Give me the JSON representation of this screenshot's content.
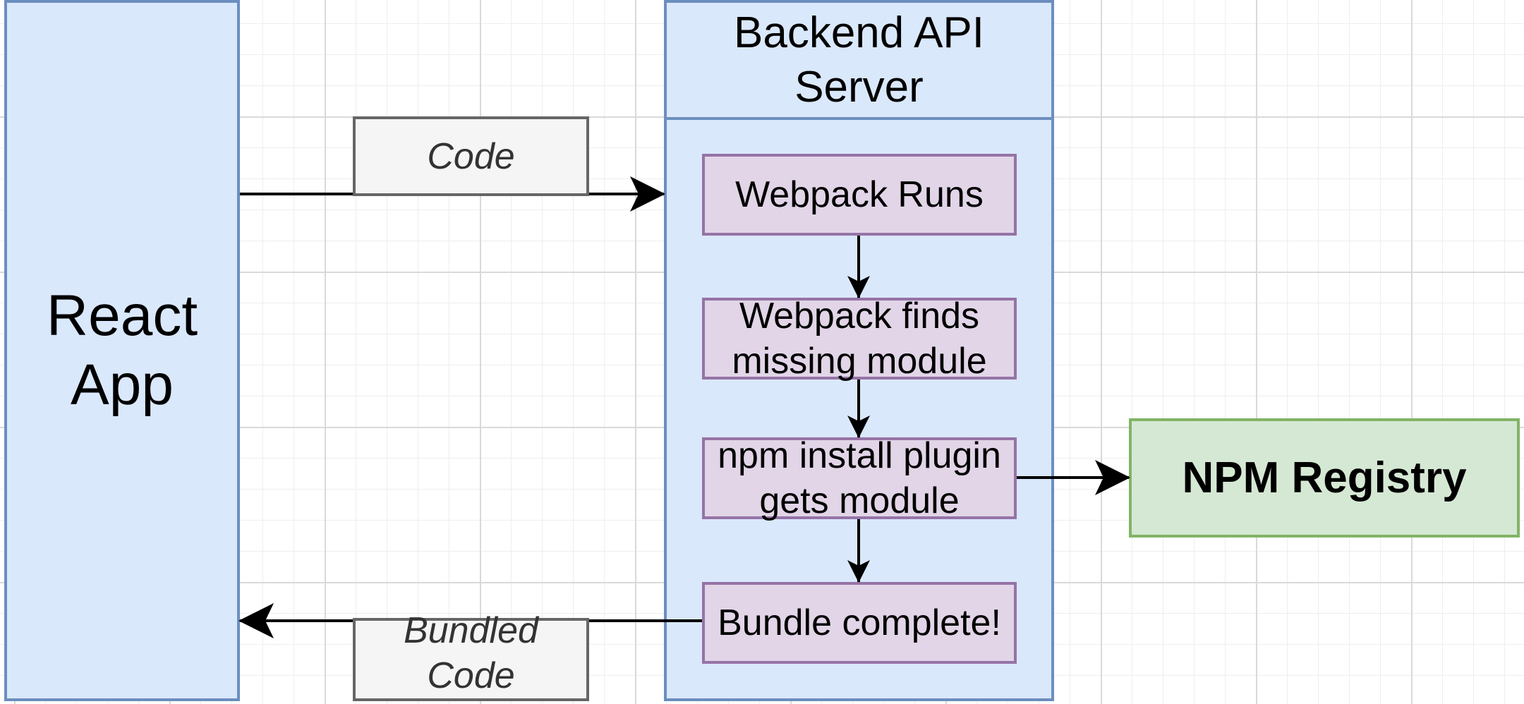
{
  "nodes": {
    "react_app": "React\nApp",
    "backend_header": "Backend API\nServer",
    "step_webpack_runs": "Webpack Runs",
    "step_finds_missing": "Webpack finds\nmissing module",
    "step_npm_install": "npm install plugin\ngets module",
    "step_bundle_complete": "Bundle complete!",
    "npm_registry": "NPM Registry"
  },
  "edge_labels": {
    "code": "Code",
    "bundled_code": "Bundled\nCode"
  },
  "colors": {
    "container_fill": "#dae8fc",
    "container_stroke": "#6c8ebf",
    "step_fill": "#e1d5e7",
    "step_stroke": "#9673a6",
    "registry_fill": "#d5e8d4",
    "registry_stroke": "#82b366",
    "label_fill": "#f5f5f5",
    "label_stroke": "#666666",
    "arrow": "#000000"
  }
}
